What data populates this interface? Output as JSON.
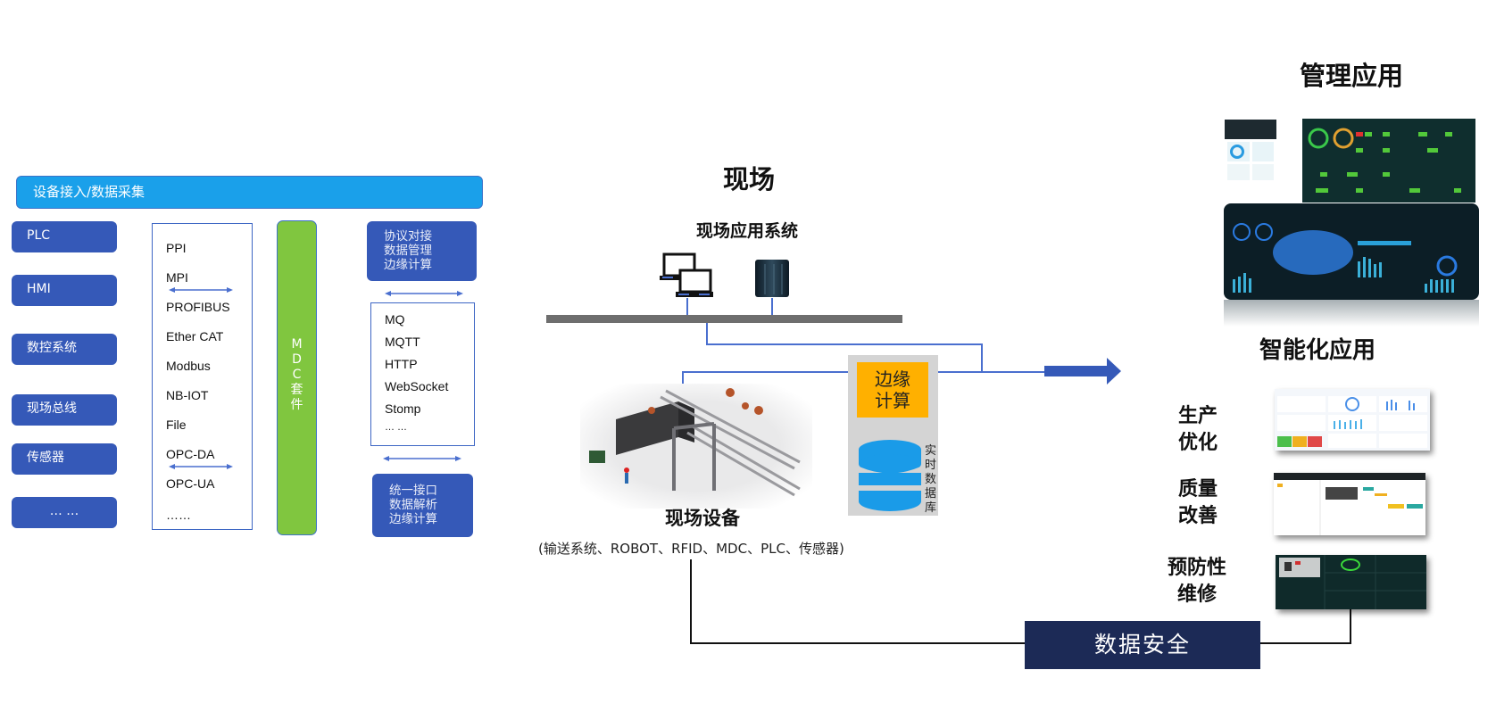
{
  "acquisition": {
    "header": "设备接入/数据采集",
    "sources": [
      "PLC",
      "HMI",
      "数控系统",
      "现场总线",
      "传感器",
      "… …"
    ],
    "protocols": [
      "PPI",
      "MPI",
      "PROFIBUS",
      "Ether CAT",
      "Modbus",
      "NB-IOT",
      "File",
      "OPC-DA",
      "OPC-UA",
      "……"
    ],
    "mdc_suite": [
      "M",
      "D",
      "C",
      "套",
      "件"
    ],
    "top_box": [
      "协议对接",
      "数据管理",
      "边缘计算"
    ],
    "messaging": [
      "MQ",
      "MQTT",
      "HTTP",
      "WebSocket",
      "Stomp",
      "… …"
    ],
    "bottom_box": [
      "统一接口",
      "数据解析",
      "边缘计算"
    ]
  },
  "site": {
    "title": "现场",
    "app_system": "现场应用系统",
    "equipment_title": "现场设备",
    "equipment_caption": "(输送系统、ROBOT、RFID、MDC、PLC、传感器)",
    "edge_compute": [
      "边缘",
      "计算"
    ],
    "realtime_db": [
      "实",
      "时",
      "数",
      "据",
      "库"
    ]
  },
  "management": {
    "title": "管理应用"
  },
  "intelligent": {
    "title": "智能化应用",
    "items": [
      {
        "label": [
          "生产",
          "优化"
        ]
      },
      {
        "label": [
          "质量",
          "改善"
        ]
      },
      {
        "label": [
          "预防性",
          "维修"
        ]
      }
    ]
  },
  "security": {
    "label": "数据安全"
  },
  "colors": {
    "primary_blue": "#3559b8",
    "header_blue": "#1aa0ea",
    "mdc_green": "#80c63f",
    "edge_orange": "#ffb000",
    "db_blue": "#1a9be8",
    "security_navy": "#1c2a56"
  }
}
